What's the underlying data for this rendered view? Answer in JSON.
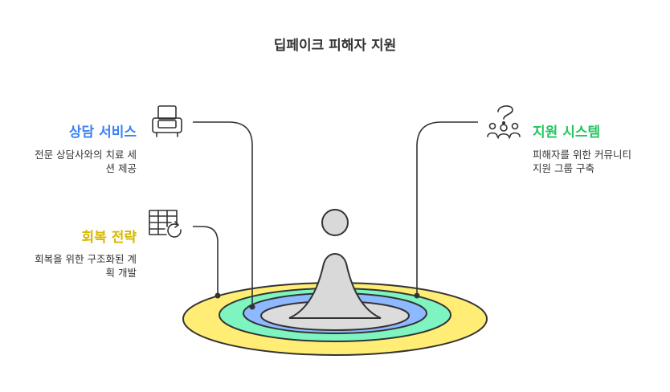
{
  "title": "딥페이크 피해자 지원",
  "items": [
    {
      "title": "상담 서비스",
      "desc_line1": "전문 상담사와의 치료 세",
      "desc_line2": "션 제공",
      "color": "#3B82F6",
      "icon": "sofa-icon"
    },
    {
      "title": "지원 시스템",
      "desc_line1": "피해자를 위한 커뮤니티",
      "desc_line2": "지원 그룹 구축",
      "color": "#22C55E",
      "icon": "people-support-icon"
    },
    {
      "title": "회복 전략",
      "desc_line1": "회복을 위한 구조화된 계",
      "desc_line2": "획 개발",
      "color": "#D4B800",
      "icon": "table-refresh-icon"
    }
  ],
  "colors": {
    "ring_outer": "#FFED75",
    "ring_green": "#7EF5C0",
    "ring_blue": "#8EB8FF",
    "ring_inner": "#DCDCDC",
    "figure": "#D9D9D9",
    "stroke": "#333333"
  }
}
